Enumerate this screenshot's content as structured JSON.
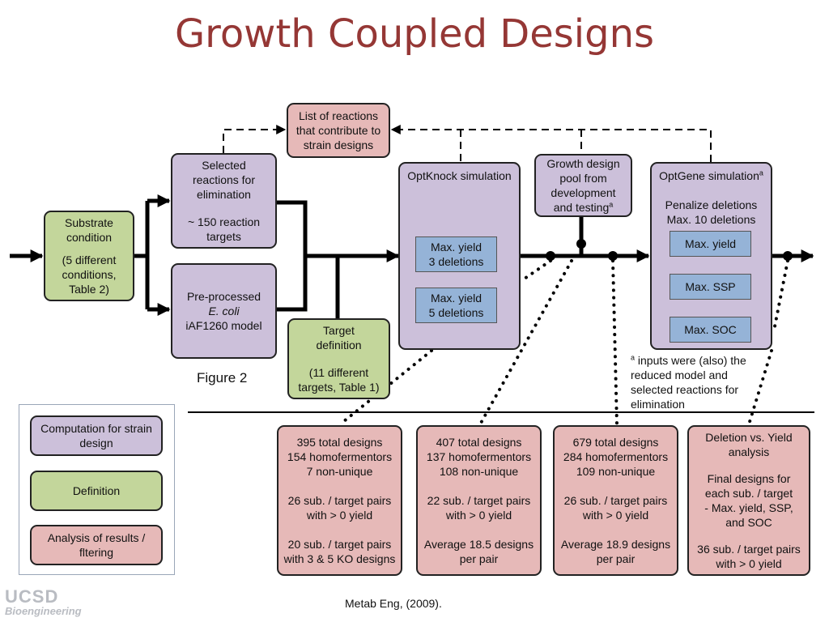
{
  "title": "Growth Coupled Designs",
  "boxes": {
    "substrate": [
      "Substrate",
      "condition",
      "",
      "(5 different",
      "conditions,",
      "Table 2)"
    ],
    "selected_reactions": [
      "Selected",
      "reactions for",
      "elimination",
      "",
      "~ 150 reaction",
      "targets"
    ],
    "preprocessed": [
      "Pre-processed",
      "E. coli",
      "iAF1260 model"
    ],
    "target_definition": [
      "Target",
      "definition",
      "",
      "(11 different",
      "targets, Table 1)"
    ],
    "list_reactions": [
      "List of reactions",
      "that contribute to",
      "strain designs"
    ],
    "optknock_title": "OptKnock simulation",
    "optknock_sub1": [
      "Max. yield",
      "3 deletions"
    ],
    "optknock_sub2": [
      "Max. yield",
      "5 deletions"
    ],
    "growth_pool": [
      "Growth design",
      "pool from",
      "development",
      "and testing"
    ],
    "growth_pool_sup": "a",
    "optgene_title": "OptGene simulation",
    "optgene_sup": "a",
    "optgene_desc": [
      "Penalize deletions",
      "Max. 10 deletions"
    ],
    "optgene_subs": [
      "Max. yield",
      "Max. SSP",
      "Max. SOC"
    ],
    "result1": [
      "395 total designs",
      "154 homofermentors",
      "7 non-unique",
      "",
      "26 sub. / target pairs",
      "with > 0 yield",
      "",
      "20 sub. / target pairs",
      "with 3 & 5 KO designs"
    ],
    "result2": [
      "407 total designs",
      "137 homofermentors",
      "108 non-unique",
      "",
      "22 sub. / target pairs",
      "with > 0 yield",
      "",
      "Average 18.5 designs",
      "per pair"
    ],
    "result3": [
      "679 total designs",
      "284 homofermentors",
      "109 non-unique",
      "",
      "26 sub. / target pairs",
      "with > 0 yield",
      "",
      "Average 18.9 designs",
      "per pair"
    ],
    "result4": [
      "Deletion vs. Yield",
      "analysis",
      "",
      "Final designs for",
      "each sub. / target",
      "- Max. yield, SSP,",
      "and SOC",
      "",
      "36 sub. / target pairs",
      "with > 0 yield"
    ]
  },
  "note": {
    "sup": "a",
    "lines": [
      " inputs were (also) the",
      "reduced model and",
      "selected reactions for",
      "elimination"
    ]
  },
  "figure_label": "Figure 2",
  "legend": {
    "computation": [
      "Computation for strain",
      "design"
    ],
    "definition": [
      "Definition"
    ],
    "analysis": [
      "Analysis of results /",
      "fltering"
    ]
  },
  "citation": "Metab Eng, (2009).",
  "logo": {
    "main": "UCSD",
    "sub": "Bioengineering"
  },
  "colors": {
    "computation": "#ccc0da",
    "definition": "#c3d69b",
    "analysis": "#e6b9b8",
    "method": "#95b3d7",
    "title": "#953735"
  }
}
